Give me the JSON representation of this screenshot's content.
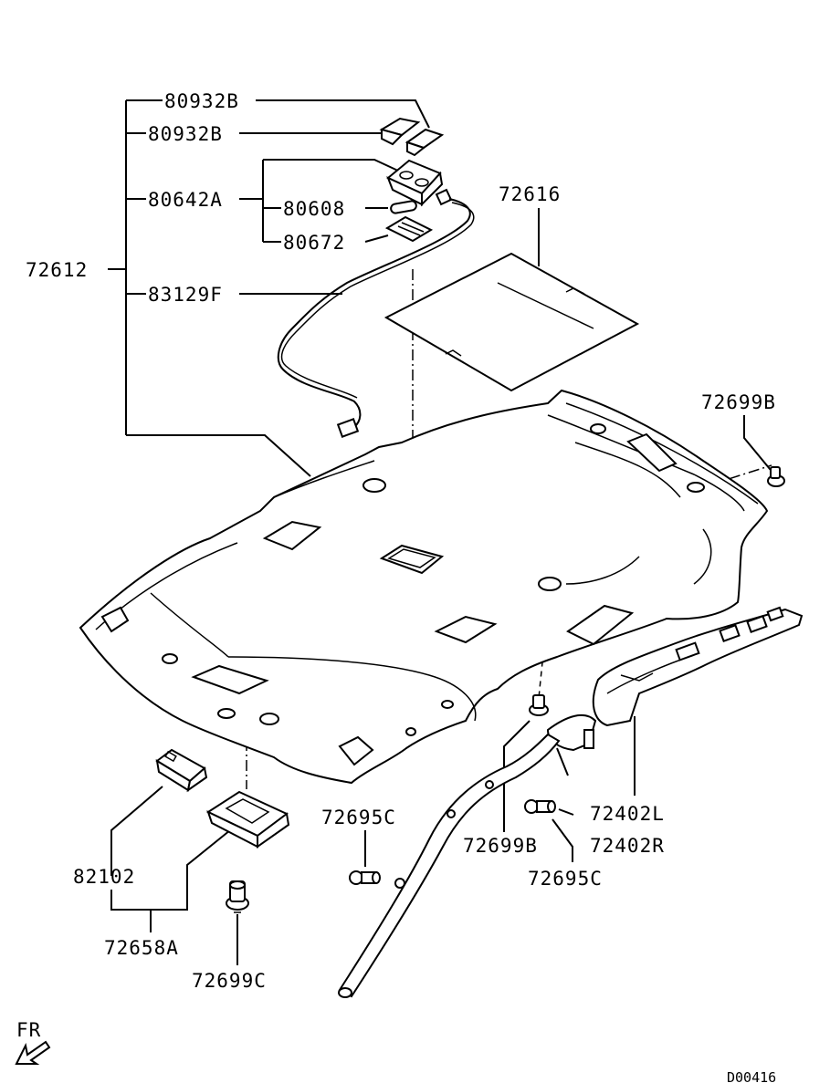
{
  "labels": {
    "p80932B_top": "80932B",
    "p80932B_bottom": "80932B",
    "p80642A": "80642A",
    "p80608": "80608",
    "p80672": "80672",
    "p72612": "72612",
    "p83129F": "83129F",
    "p72616": "72616",
    "p72699B_right": "72699B",
    "p82102": "82102",
    "p72658A": "72658A",
    "p72699C": "72699C",
    "p72695C_left": "72695C",
    "p72699B_bottom": "72699B",
    "p72695C_right": "72695C",
    "p72402L": "72402L",
    "p72402R": "72402R",
    "front_indicator": "FR",
    "drawing_code": "D00416"
  }
}
